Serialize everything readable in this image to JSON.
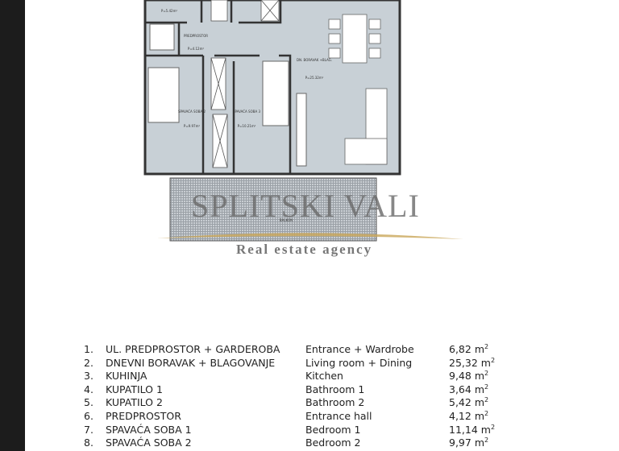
{
  "watermark": {
    "title": "SPLITSKI VALI",
    "subtitle": "Real estate agency"
  },
  "plan_labels": {
    "bath": "P=5.42m²",
    "hall": "PREDPROSTOR",
    "hall_area": "P=4.12m²",
    "living": "DN. BORAVAK +BLAG.",
    "living_area": "P=25.32m²",
    "bed2": "SPAVAĆA SOBA 2",
    "bed2_area": "P=9.97m²",
    "bed3": "SPAVAĆA SOBA 3",
    "bed3_area": "P=10.21m²",
    "balcony": "BALKON"
  },
  "unit": "m",
  "rooms": [
    {
      "num": "1.",
      "hr": "UL. PREDPROSTOR + GARDEROBA",
      "en": "Entrance + Wardrobe",
      "area": "6,82"
    },
    {
      "num": "2.",
      "hr": "DNEVNI BORAVAK + BLAGOVANJE",
      "en": "Living room + Dining",
      "area": "25,32"
    },
    {
      "num": "3.",
      "hr": "KUHINJA",
      "en": "Kitchen",
      "area": "9,48"
    },
    {
      "num": "4.",
      "hr": "KUPATILO 1",
      "en": "Bathroom 1",
      "area": "3,64"
    },
    {
      "num": "5.",
      "hr": "KUPATILO 2",
      "en": "Bathroom 2",
      "area": "5,42"
    },
    {
      "num": "6.",
      "hr": "PREDPROSTOR",
      "en": "Entrance hall",
      "area": "4,12"
    },
    {
      "num": "7.",
      "hr": "SPAVAĆA SOBA 1",
      "en": "Bedroom 1",
      "area": "11,14"
    },
    {
      "num": "8.",
      "hr": "SPAVAĆA SOBA 2",
      "en": "Bedroom 2",
      "area": "9,97"
    }
  ]
}
